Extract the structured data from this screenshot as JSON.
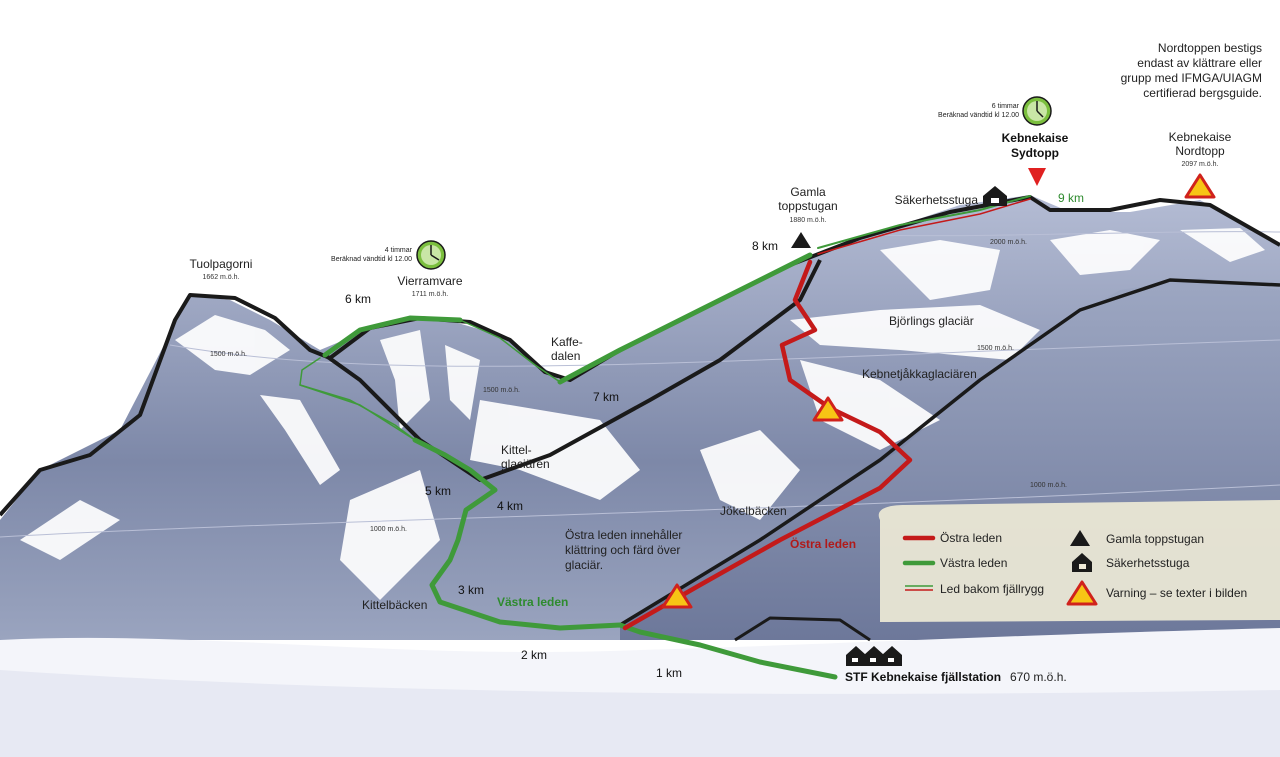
{
  "notes": {
    "nordtopp_note": [
      "Nordtoppen bestigs",
      "endast av klättrare eller",
      "grupp med IFMGA/UIAGM",
      "certifierad bergsguide."
    ],
    "ostra_note": [
      "Östra leden innehåller",
      "klättring och färd över",
      "glaciär."
    ]
  },
  "peaks": {
    "tuolpagorni": {
      "name": "Tuolpagorni",
      "alt": "1662 m.ö.h."
    },
    "vierramvare": {
      "name": "Vierramvare",
      "alt": "1711 m.ö.h."
    },
    "gamla_toppstugan": {
      "name_l1": "Gamla",
      "name_l2": "toppstugan",
      "alt": "1880 m.ö.h."
    },
    "sydtopp": {
      "name_l1": "Kebnekaise",
      "name_l2": "Sydtopp"
    },
    "nordtopp": {
      "name_l1": "Kebnekaise",
      "name_l2": "Nordtopp",
      "alt": "2097 m.ö.h."
    }
  },
  "time_markers": {
    "vierramvare": {
      "line1": "4 timmar",
      "line2": "Beräknad vändtid kl 12.00"
    },
    "sydtopp": {
      "line1": "6 timmar",
      "line2": "Beräknad vändtid kl 12.00"
    }
  },
  "places": {
    "kaffedalen_l1": "Kaffe-",
    "kaffedalen_l2": "dalen",
    "kittelglaciaren_l1": "Kittel-",
    "kittelglaciaren_l2": "glaciären",
    "kittelbacken": "Kittelbäcken",
    "jokelbacken": "Jökelbäcken",
    "bjorlings": "Björlings glaciär",
    "kebnetjakka": "Kebnetjåkkaglaciären",
    "sakerhetsstuga": "Säkerhetsstuga",
    "station_name": "STF Kebnekaise fjällstation",
    "station_alt": "670 m.ö.h."
  },
  "contours": {
    "c2000": "2000 m.ö.h.",
    "c1500": "1500 m.ö.h.",
    "c1000": "1000 m.ö.h."
  },
  "distances": {
    "km1": "1 km",
    "km2": "2 km",
    "km3": "3 km",
    "km4": "4 km",
    "km5": "5 km",
    "km6": "6 km",
    "km7": "7 km",
    "km8": "8 km",
    "km9": "9 km"
  },
  "routes": {
    "vastra": "Västra leden",
    "ostra": "Östra leden"
  },
  "legend": {
    "ostra": "Östra leden",
    "vastra": "Västra leden",
    "behind_ridge": "Led bakom fjällrygg",
    "gamla_toppstugan": "Gamla toppstugan",
    "sakerhetsstuga": "Säkerhetsstuga",
    "warning": "Varning – se texter i bilden"
  },
  "colors": {
    "ostra": "#c41a1a",
    "vastra": "#3f9a3a",
    "mountain": "#8f9ab8",
    "legend_bg": "#ede9d6"
  }
}
